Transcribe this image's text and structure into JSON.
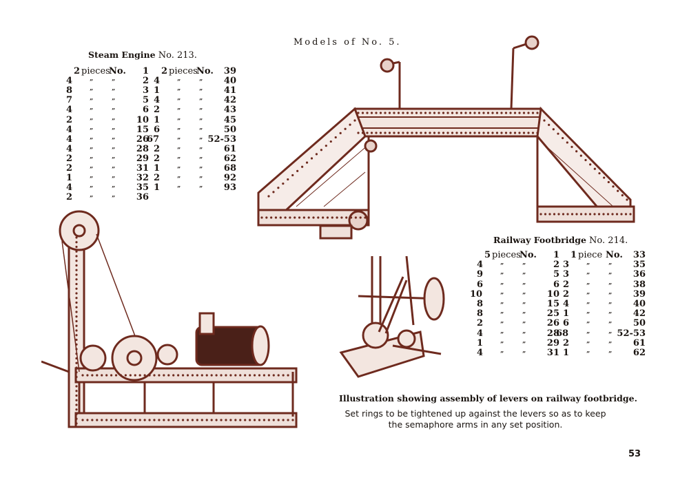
{
  "page_heading": "Models of No. 5.",
  "steam_engine": {
    "title_bold": "Steam Engine",
    "title_number": "No. 213.",
    "columns": [
      {
        "header_qty": "2",
        "header_unit": "pieces",
        "header_no": "No.",
        "header_part": "1",
        "rows": [
          [
            "4",
            "2"
          ],
          [
            "8",
            "3"
          ],
          [
            "7",
            "5"
          ],
          [
            "4",
            "6"
          ],
          [
            "2",
            "10"
          ],
          [
            "4",
            "15"
          ],
          [
            "4",
            "26"
          ],
          [
            "4",
            "28"
          ],
          [
            "2",
            "29"
          ],
          [
            "2",
            "31"
          ],
          [
            "1",
            "32"
          ],
          [
            "4",
            "35"
          ],
          [
            "2",
            "36"
          ]
        ]
      },
      {
        "header_qty": "2",
        "header_unit": "pieces",
        "header_no": "No.",
        "header_part": "39",
        "rows": [
          [
            "4",
            "40"
          ],
          [
            "1",
            "41"
          ],
          [
            "4",
            "42"
          ],
          [
            "2",
            "43"
          ],
          [
            "1",
            "45"
          ],
          [
            "6",
            "50"
          ],
          [
            "67",
            "52-53"
          ],
          [
            "2",
            "61"
          ],
          [
            "2",
            "62"
          ],
          [
            "1",
            "68"
          ],
          [
            "2",
            "92"
          ],
          [
            "1",
            "93"
          ]
        ]
      }
    ]
  },
  "footbridge": {
    "title_bold": "Railway Footbridge",
    "title_number": "No. 214.",
    "columns": [
      {
        "header_qty": "5",
        "header_unit": "pieces",
        "header_no": "No.",
        "header_part": "1",
        "rows": [
          [
            "4",
            "2"
          ],
          [
            "9",
            "5"
          ],
          [
            "6",
            "6"
          ],
          [
            "10",
            "10"
          ],
          [
            "8",
            "15"
          ],
          [
            "8",
            "25"
          ],
          [
            "2",
            "26"
          ],
          [
            "4",
            "28"
          ],
          [
            "1",
            "29"
          ],
          [
            "4",
            "31"
          ]
        ]
      },
      {
        "header_qty": "1",
        "header_unit": "piece",
        "header_no": "No.",
        "header_part": "33",
        "rows": [
          [
            "3",
            "35"
          ],
          [
            "3",
            "36"
          ],
          [
            "2",
            "38"
          ],
          [
            "2",
            "39"
          ],
          [
            "4",
            "40"
          ],
          [
            "1",
            "42"
          ],
          [
            "6",
            "50"
          ],
          [
            "68",
            "52-53"
          ],
          [
            "2",
            "61"
          ],
          [
            "1",
            "62"
          ]
        ]
      }
    ]
  },
  "ditto_mark": "”",
  "caption": "Illustration showing assembly of levers on railway footbridge.",
  "note_line1": "Set rings to be tightened up against the levers so as to keep",
  "note_line2": "the semaphore arms in any set position.",
  "page_number": "53",
  "colors": {
    "ink": "#1a1410",
    "illustration": "#6e2a1e"
  }
}
